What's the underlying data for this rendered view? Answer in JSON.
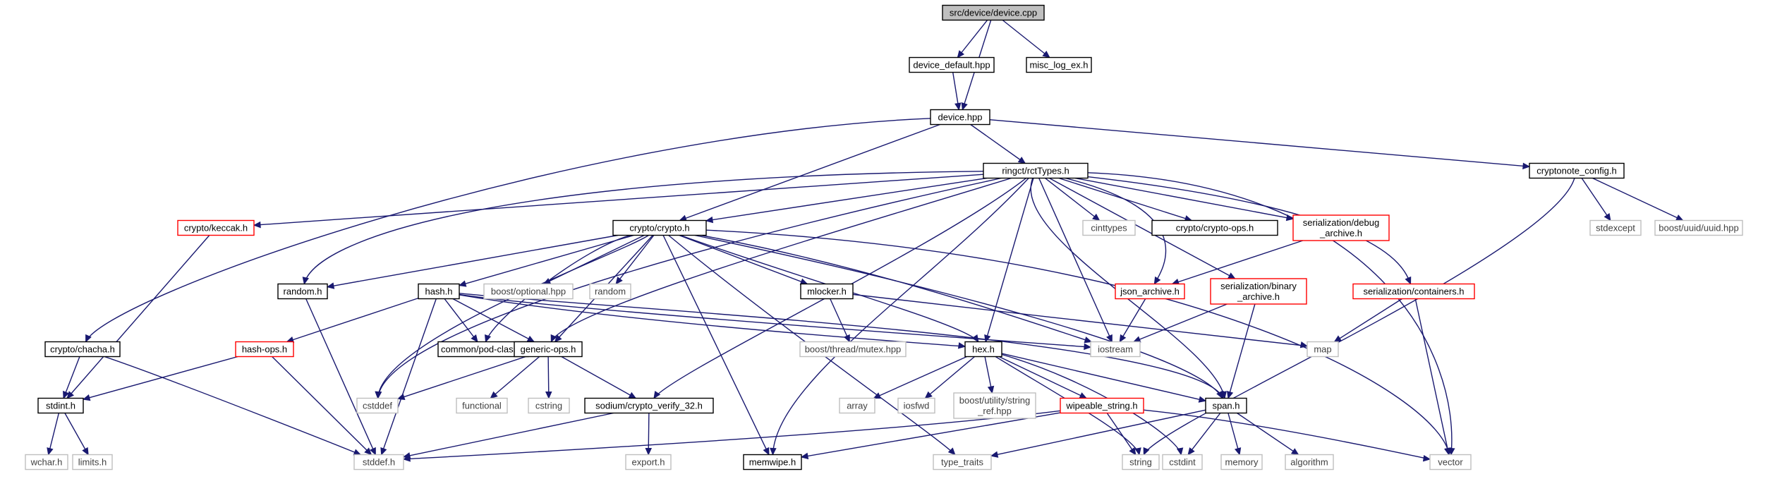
{
  "diagram": {
    "root": "n0",
    "colors": {
      "edge": "#191970",
      "root_fill": "#bfbfbf",
      "normal_border": "#000000",
      "red_border": "#ff0000",
      "gray_border": "#bfbfbf",
      "node_fill": "#ffffff"
    },
    "nodes": [
      {
        "id": "n0",
        "lines": [
          "src/device/device.cpp"
        ],
        "kind": "root"
      },
      {
        "id": "n1",
        "lines": [
          "device_default.hpp"
        ],
        "kind": "normal"
      },
      {
        "id": "n2",
        "lines": [
          "misc_log_ex.h"
        ],
        "kind": "normal"
      },
      {
        "id": "n3",
        "lines": [
          "device.hpp"
        ],
        "kind": "normal"
      },
      {
        "id": "n4",
        "lines": [
          "ringct/rctTypes.h"
        ],
        "kind": "normal"
      },
      {
        "id": "n5",
        "lines": [
          "cryptonote_config.h"
        ],
        "kind": "normal"
      },
      {
        "id": "n6",
        "lines": [
          "crypto/keccak.h"
        ],
        "kind": "red"
      },
      {
        "id": "n7",
        "lines": [
          "crypto/crypto.h"
        ],
        "kind": "normal"
      },
      {
        "id": "n8",
        "lines": [
          "cinttypes"
        ],
        "kind": "gray"
      },
      {
        "id": "n9",
        "lines": [
          "crypto/crypto-ops.h"
        ],
        "kind": "normal"
      },
      {
        "id": "n10",
        "lines": [
          "serialization/debug",
          "_archive.h"
        ],
        "kind": "red"
      },
      {
        "id": "n11",
        "lines": [
          "stdexcept"
        ],
        "kind": "gray"
      },
      {
        "id": "n12",
        "lines": [
          "boost/uuid/uuid.hpp"
        ],
        "kind": "gray"
      },
      {
        "id": "n13",
        "lines": [
          "random.h"
        ],
        "kind": "normal"
      },
      {
        "id": "n14",
        "lines": [
          "hash.h"
        ],
        "kind": "normal"
      },
      {
        "id": "n15",
        "lines": [
          "boost/optional.hpp"
        ],
        "kind": "gray"
      },
      {
        "id": "n16",
        "lines": [
          "random"
        ],
        "kind": "gray"
      },
      {
        "id": "n17",
        "lines": [
          "mlocker.h"
        ],
        "kind": "normal"
      },
      {
        "id": "n18",
        "lines": [
          "json_archive.h"
        ],
        "kind": "red"
      },
      {
        "id": "n19",
        "lines": [
          "serialization/binary",
          "_archive.h"
        ],
        "kind": "red"
      },
      {
        "id": "n20",
        "lines": [
          "serialization/containers.h"
        ],
        "kind": "red"
      },
      {
        "id": "n21",
        "lines": [
          "crypto/chacha.h"
        ],
        "kind": "normal"
      },
      {
        "id": "n22",
        "lines": [
          "common/pod-class.h"
        ],
        "kind": "normal"
      },
      {
        "id": "n23",
        "lines": [
          "hash-ops.h"
        ],
        "kind": "red"
      },
      {
        "id": "n24",
        "lines": [
          "generic-ops.h"
        ],
        "kind": "normal"
      },
      {
        "id": "n25",
        "lines": [
          "iostream"
        ],
        "kind": "gray"
      },
      {
        "id": "n26",
        "lines": [
          "boost/thread/mutex.hpp"
        ],
        "kind": "gray"
      },
      {
        "id": "n27",
        "lines": [
          "map"
        ],
        "kind": "gray"
      },
      {
        "id": "n28",
        "lines": [
          "stdint.h"
        ],
        "kind": "normal"
      },
      {
        "id": "n29",
        "lines": [
          "cstddef"
        ],
        "kind": "gray"
      },
      {
        "id": "n30",
        "lines": [
          "functional"
        ],
        "kind": "gray"
      },
      {
        "id": "n31",
        "lines": [
          "cstring"
        ],
        "kind": "gray"
      },
      {
        "id": "n32",
        "lines": [
          "sodium/crypto_verify_32.h"
        ],
        "kind": "normal"
      },
      {
        "id": "n33",
        "lines": [
          "hex.h"
        ],
        "kind": "normal"
      },
      {
        "id": "n34",
        "lines": [
          "array"
        ],
        "kind": "gray"
      },
      {
        "id": "n35",
        "lines": [
          "iosfwd"
        ],
        "kind": "gray"
      },
      {
        "id": "n36",
        "lines": [
          "boost/utility/string",
          "_ref.hpp"
        ],
        "kind": "gray"
      },
      {
        "id": "n37",
        "lines": [
          "wipeable_string.h"
        ],
        "kind": "red"
      },
      {
        "id": "n38",
        "lines": [
          "span.h"
        ],
        "kind": "normal"
      },
      {
        "id": "n39",
        "lines": [
          "wchar.h"
        ],
        "kind": "gray"
      },
      {
        "id": "n40",
        "lines": [
          "limits.h"
        ],
        "kind": "gray"
      },
      {
        "id": "n41",
        "lines": [
          "stddef.h"
        ],
        "kind": "gray"
      },
      {
        "id": "n42",
        "lines": [
          "export.h"
        ],
        "kind": "gray"
      },
      {
        "id": "n43",
        "lines": [
          "memwipe.h"
        ],
        "kind": "normal"
      },
      {
        "id": "n44",
        "lines": [
          "type_traits"
        ],
        "kind": "gray"
      },
      {
        "id": "n45",
        "lines": [
          "string"
        ],
        "kind": "gray"
      },
      {
        "id": "n46",
        "lines": [
          "cstdint"
        ],
        "kind": "gray"
      },
      {
        "id": "n47",
        "lines": [
          "memory"
        ],
        "kind": "gray"
      },
      {
        "id": "n48",
        "lines": [
          "algorithm"
        ],
        "kind": "gray"
      },
      {
        "id": "n49",
        "lines": [
          "vector"
        ],
        "kind": "gray"
      }
    ],
    "edges": [
      [
        "n0",
        "n1"
      ],
      [
        "n0",
        "n2"
      ],
      [
        "n0",
        "n3"
      ],
      [
        "n1",
        "n3"
      ],
      [
        "n3",
        "n4"
      ],
      [
        "n3",
        "n5"
      ],
      [
        "n3",
        "n7"
      ],
      [
        "n3",
        "n21"
      ],
      [
        "n4",
        "n6"
      ],
      [
        "n4",
        "n7"
      ],
      [
        "n4",
        "n8"
      ],
      [
        "n4",
        "n9"
      ],
      [
        "n4",
        "n10"
      ],
      [
        "n4",
        "n13"
      ],
      [
        "n4",
        "n24"
      ],
      [
        "n4",
        "n29"
      ],
      [
        "n4",
        "n25"
      ],
      [
        "n4",
        "n33"
      ],
      [
        "n4",
        "n38"
      ],
      [
        "n4",
        "n49"
      ],
      [
        "n4",
        "n43"
      ],
      [
        "n4",
        "n32"
      ],
      [
        "n4",
        "n18"
      ],
      [
        "n4",
        "n19"
      ],
      [
        "n4",
        "n20"
      ],
      [
        "n5",
        "n11"
      ],
      [
        "n5",
        "n12"
      ],
      [
        "n5",
        "n45"
      ],
      [
        "n6",
        "n28"
      ],
      [
        "n7",
        "n13"
      ],
      [
        "n7",
        "n14"
      ],
      [
        "n7",
        "n15"
      ],
      [
        "n7",
        "n16"
      ],
      [
        "n7",
        "n17"
      ],
      [
        "n7",
        "n22"
      ],
      [
        "n7",
        "n24"
      ],
      [
        "n7",
        "n29"
      ],
      [
        "n7",
        "n25"
      ],
      [
        "n7",
        "n33"
      ],
      [
        "n7",
        "n38"
      ],
      [
        "n7",
        "n43"
      ],
      [
        "n7",
        "n44"
      ],
      [
        "n7",
        "n49"
      ],
      [
        "n10",
        "n18"
      ],
      [
        "n13",
        "n41"
      ],
      [
        "n14",
        "n22"
      ],
      [
        "n14",
        "n23"
      ],
      [
        "n14",
        "n24"
      ],
      [
        "n14",
        "n25"
      ],
      [
        "n14",
        "n33"
      ],
      [
        "n14",
        "n38"
      ],
      [
        "n14",
        "n41"
      ],
      [
        "n17",
        "n26"
      ],
      [
        "n17",
        "n27"
      ],
      [
        "n18",
        "n25"
      ],
      [
        "n19",
        "n25"
      ],
      [
        "n19",
        "n38"
      ],
      [
        "n20",
        "n27"
      ],
      [
        "n20",
        "n49"
      ],
      [
        "n21",
        "n28"
      ],
      [
        "n21",
        "n41"
      ],
      [
        "n23",
        "n28"
      ],
      [
        "n23",
        "n41"
      ],
      [
        "n24",
        "n29"
      ],
      [
        "n24",
        "n30"
      ],
      [
        "n24",
        "n31"
      ],
      [
        "n24",
        "n32"
      ],
      [
        "n28",
        "n39"
      ],
      [
        "n28",
        "n40"
      ],
      [
        "n32",
        "n41"
      ],
      [
        "n32",
        "n42"
      ],
      [
        "n33",
        "n34"
      ],
      [
        "n33",
        "n35"
      ],
      [
        "n33",
        "n36"
      ],
      [
        "n33",
        "n37"
      ],
      [
        "n33",
        "n38"
      ],
      [
        "n33",
        "n45"
      ],
      [
        "n33",
        "n46"
      ],
      [
        "n37",
        "n41"
      ],
      [
        "n37",
        "n43"
      ],
      [
        "n37",
        "n45"
      ],
      [
        "n37",
        "n49"
      ],
      [
        "n38",
        "n44"
      ],
      [
        "n38",
        "n46"
      ],
      [
        "n38",
        "n47"
      ],
      [
        "n38",
        "n48"
      ]
    ]
  }
}
